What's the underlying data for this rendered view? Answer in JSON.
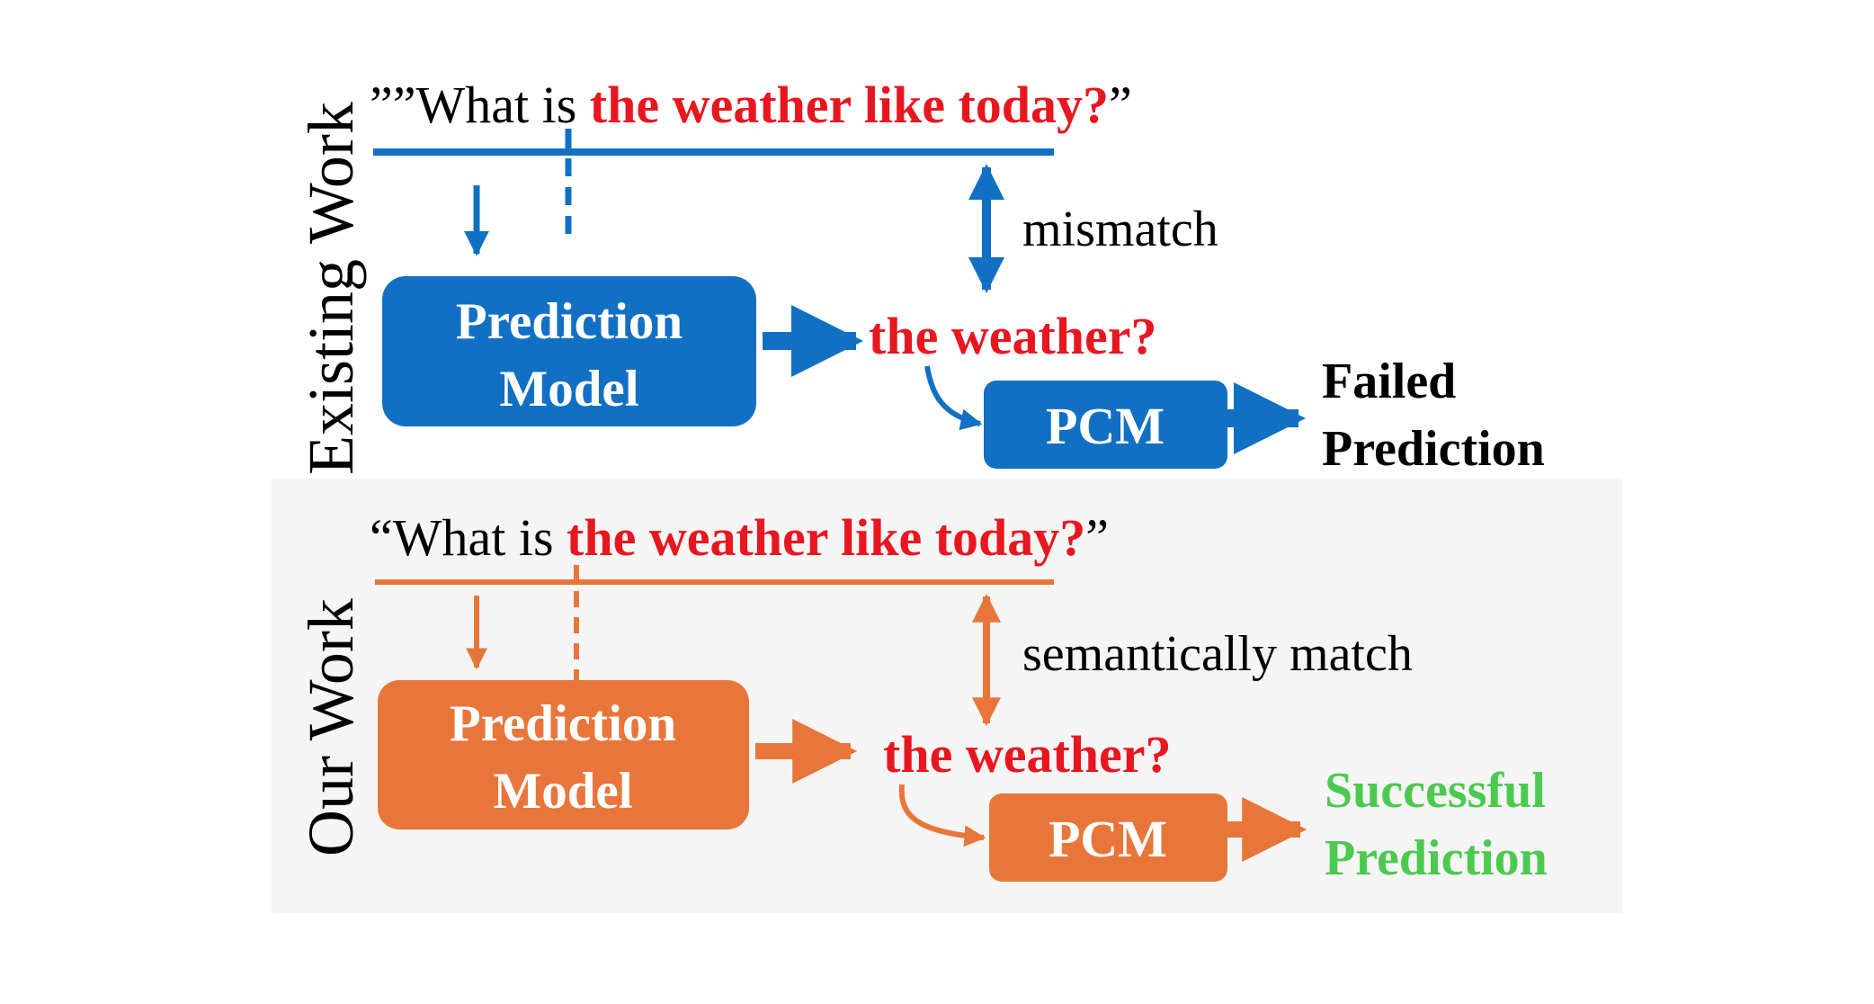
{
  "colors": {
    "existing": "#1270C4",
    "ours": "#E8763A",
    "highlight": "#E8171F",
    "success": "#4CC94F",
    "text": "#000000",
    "panel_bg": "#F5F5F5"
  },
  "existing": {
    "section_label": "Existing Work",
    "query_prefix": "””What is ",
    "query_highlight": "the weather like today?",
    "query_suffix": "”",
    "relation_label": "mismatch",
    "model_label_line1": "Prediction",
    "model_label_line2": "Model",
    "prediction_text": "the weather?",
    "pcm_label": "PCM",
    "result_line1": "Failed",
    "result_line2": "Prediction"
  },
  "ours": {
    "section_label": "Our Work",
    "query_prefix": "“What is ",
    "query_highlight": "the weather like today?",
    "query_suffix": "”",
    "relation_label": "semantically match",
    "model_label_line1": "Prediction",
    "model_label_line2": "Model",
    "prediction_text": "the weather?",
    "pcm_label": "PCM",
    "result_line1": "Successful",
    "result_line2": "Prediction"
  }
}
